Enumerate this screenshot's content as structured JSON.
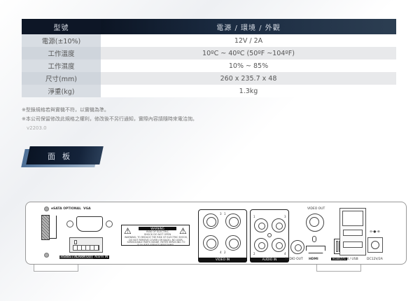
{
  "spec_table": {
    "header": {
      "label": "型號",
      "value": "電源 /  環境 /  外觀"
    },
    "rows": [
      {
        "label": "電源(±10%)",
        "value": "12V / 2A"
      },
      {
        "label": "工作溫度",
        "value": "10ºC ~ 40ºC (50ºF ~104ºF)"
      },
      {
        "label": "工作濕度",
        "value": "10% ~ 85%"
      },
      {
        "label": "尺寸(mm)",
        "value": "260 x 235.7 x 48"
      },
      {
        "label": "淨重(kg)",
        "value": "1.3kg"
      }
    ]
  },
  "notes": {
    "line1": "※型錄規格若與實機不符，以實機為準。",
    "line2": "※本公司保留修改此規格之權利，修改後不另行通知，實際內容請隨時來電洽詢。",
    "version": "v2203.0"
  },
  "section": {
    "title": "面板"
  },
  "panel": {
    "esata_label": "eSATA OPTIONAL",
    "vga_label": "VGA",
    "warning_title": "WARNING",
    "warning_sub1": "RISK OF ELECTRIC",
    "warning_sub2": "SHOCK DO NOT OPEN",
    "warning_text": "WARNING: TO REDUCE THE RISK OF ELECTRIC SHOCK, DO NOT REMOVE COVER (OR BACK). NO USER-SERVICEABLE PARTS INSIDE. REFER SERVICING TO QUALIFIED SERVICE PERSONNEL.",
    "terminal_label": "RS485 / ALARM OUT",
    "alarm_label": "Alarm IN",
    "video_in_label": "VIDEO IN",
    "audio_in_label": "AUDIO IN",
    "audio_out_label": "AUDIO OUT",
    "video_out_label": "VIDEO OUT",
    "hdmi_label": "HDMI",
    "rs485_label": "RS485/232",
    "lan_usb_label": "LAN / USB",
    "dc_label": "DC12V/2A",
    "polarity_label": "⊖-●-⊕",
    "video_nums": [
      "3",
      "1",
      "4",
      "2"
    ],
    "audio_nums": [
      "1",
      "3",
      "2",
      "4"
    ]
  }
}
